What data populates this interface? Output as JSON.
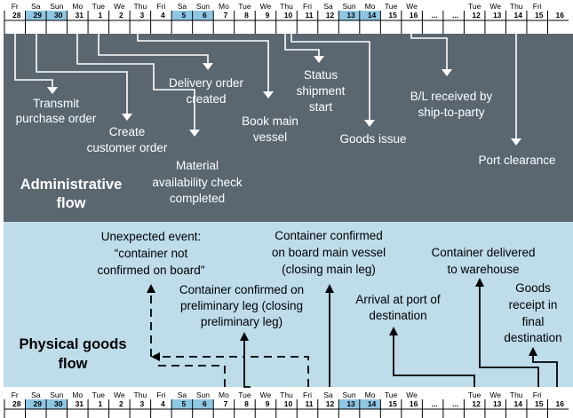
{
  "colors": {
    "admin_bg": "#5a6670",
    "physical_bg": "#bedcea",
    "weekend_cell": "#8ec7e3",
    "admin_text": "#ffffff",
    "physical_text": "#000000"
  },
  "timeline": {
    "columns": [
      {
        "day": "Fr",
        "date": "28",
        "weekend": false
      },
      {
        "day": "Sa",
        "date": "29",
        "weekend": true
      },
      {
        "day": "Sun",
        "date": "30",
        "weekend": true
      },
      {
        "day": "Mo",
        "date": "31",
        "weekend": false
      },
      {
        "day": "Tue",
        "date": "1",
        "weekend": false
      },
      {
        "day": "We",
        "date": "2",
        "weekend": false
      },
      {
        "day": "Thu",
        "date": "3",
        "weekend": false
      },
      {
        "day": "Fri",
        "date": "4",
        "weekend": false
      },
      {
        "day": "Sa",
        "date": "5",
        "weekend": true
      },
      {
        "day": "Sun",
        "date": "6",
        "weekend": true
      },
      {
        "day": "Mo",
        "date": "7",
        "weekend": false
      },
      {
        "day": "Tue",
        "date": "8",
        "weekend": false
      },
      {
        "day": "We",
        "date": "9",
        "weekend": false
      },
      {
        "day": "Thu",
        "date": "10",
        "weekend": false
      },
      {
        "day": "Fri",
        "date": "11",
        "weekend": false
      },
      {
        "day": "Sa",
        "date": "12",
        "weekend": false
      },
      {
        "day": "Sun",
        "date": "13",
        "weekend": true
      },
      {
        "day": "Mo",
        "date": "14",
        "weekend": true
      },
      {
        "day": "Tue",
        "date": "15",
        "weekend": false
      },
      {
        "day": "We",
        "date": "16",
        "weekend": false
      },
      {
        "day": "",
        "date": "...",
        "weekend": false
      },
      {
        "day": "",
        "date": "...",
        "weekend": false
      },
      {
        "day": "Tue",
        "date": "12",
        "weekend": false
      },
      {
        "day": "We",
        "date": "13",
        "weekend": false
      },
      {
        "day": "Thu",
        "date": "14",
        "weekend": false
      },
      {
        "day": "Fri",
        "date": "15",
        "weekend": false
      },
      {
        "day": "",
        "date": "16",
        "weekend": false
      }
    ]
  },
  "admin_flow": {
    "title_line1": "Administrative",
    "title_line2": "flow",
    "events": [
      {
        "id": "transmit-po",
        "lines": [
          "Transmit",
          "purchase order"
        ]
      },
      {
        "id": "create-customer-order",
        "lines": [
          "Create",
          "customer order"
        ]
      },
      {
        "id": "material-availability",
        "lines": [
          "Material",
          "availability check",
          "completed"
        ]
      },
      {
        "id": "delivery-order",
        "lines": [
          "Delivery order",
          "created"
        ]
      },
      {
        "id": "book-main-vessel",
        "lines": [
          "Book main",
          "vessel"
        ]
      },
      {
        "id": "status-shipment",
        "lines": [
          "Status",
          "shipment",
          "start"
        ]
      },
      {
        "id": "goods-issue",
        "lines": [
          "Goods issue"
        ]
      },
      {
        "id": "bl-received",
        "lines": [
          "B/L received by",
          "ship-to-party"
        ]
      },
      {
        "id": "port-clearance",
        "lines": [
          "Port clearance"
        ]
      }
    ]
  },
  "physical_flow": {
    "title_line1": "Physical goods",
    "title_line2": "flow",
    "events": [
      {
        "id": "unexpected-event",
        "lines": [
          "Unexpected event:",
          "“container not",
          "confirmed on board\""
        ]
      },
      {
        "id": "container-preliminary",
        "lines": [
          "Container confirmed on",
          "preliminary leg (closing",
          "preliminary leg)"
        ]
      },
      {
        "id": "container-main-vessel",
        "lines": [
          "Container confirmed",
          "on board main vessel",
          "(closing main leg)"
        ]
      },
      {
        "id": "arrival-port",
        "lines": [
          "Arrival at port of",
          "destination"
        ]
      },
      {
        "id": "container-warehouse",
        "lines": [
          "Container delivered",
          "to warehouse"
        ]
      },
      {
        "id": "goods-receipt",
        "lines": [
          "Goods",
          "receipt in",
          "final",
          "destination"
        ]
      }
    ]
  }
}
